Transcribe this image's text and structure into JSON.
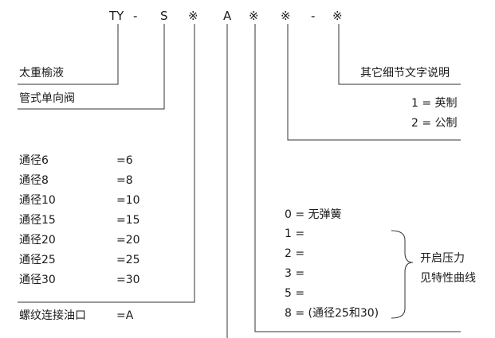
{
  "model_code": {
    "parts": [
      "TY",
      "-",
      "S",
      "※",
      "A",
      "※",
      "※",
      "-",
      "※"
    ]
  },
  "labels": {
    "tank_type": "太重榆液",
    "valve_type": "管式单向阀",
    "other_details": "其它细节文字说明",
    "thread": "螺纹连接油口",
    "thread_code": "=A",
    "spring_note_line1": "开启压力",
    "spring_note_line2": "见特性曲线"
  },
  "units": [
    {
      "label": "1 = 英制"
    },
    {
      "label": "2 = 公制"
    }
  ],
  "bore_sizes": [
    {
      "label": "通径6",
      "code": "=6"
    },
    {
      "label": "通径8",
      "code": "=8"
    },
    {
      "label": "通径10",
      "code": "=10"
    },
    {
      "label": "通径15",
      "code": "=15"
    },
    {
      "label": "通径20",
      "code": "=20"
    },
    {
      "label": "通径25",
      "code": "=25"
    },
    {
      "label": "通径30",
      "code": "=30"
    }
  ],
  "spring_options": [
    {
      "label": "0 = 无弹簧"
    },
    {
      "label": "1 ="
    },
    {
      "label": "2 ="
    },
    {
      "label": "3 ="
    },
    {
      "label": "5 ="
    },
    {
      "label": "8 = (通径25和30)"
    }
  ],
  "colors": {
    "line": "#333333",
    "text": "#1a1a1a"
  }
}
